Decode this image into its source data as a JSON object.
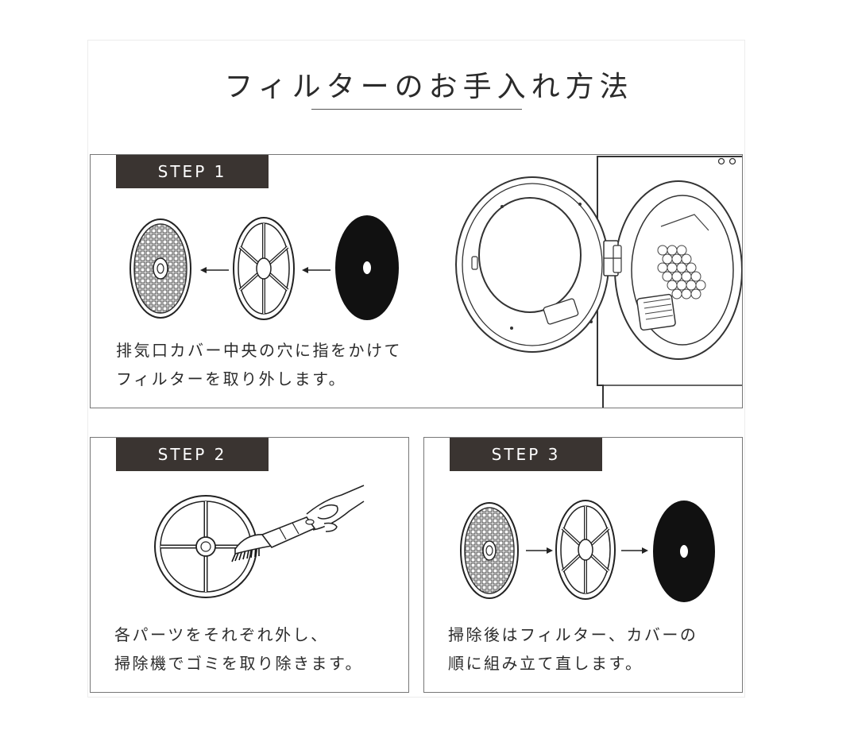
{
  "title": "フィルターのお手入れ方法",
  "steps": [
    {
      "label": "STEP 1",
      "description": [
        "排気口カバー中央の穴に指をかけて",
        "フィルターを取り外します。"
      ]
    },
    {
      "label": "STEP 2",
      "description": [
        "各パーツをそれぞれ外し、",
        "掃除機でゴミを取り除きます。"
      ]
    },
    {
      "label": "STEP 3",
      "description": [
        "掃除後はフィルター、カバーの",
        "順に組み立て直します。"
      ]
    }
  ],
  "colors": {
    "label_bg": "#3a3431",
    "ink": "#2b2b2b",
    "border": "#777777"
  }
}
